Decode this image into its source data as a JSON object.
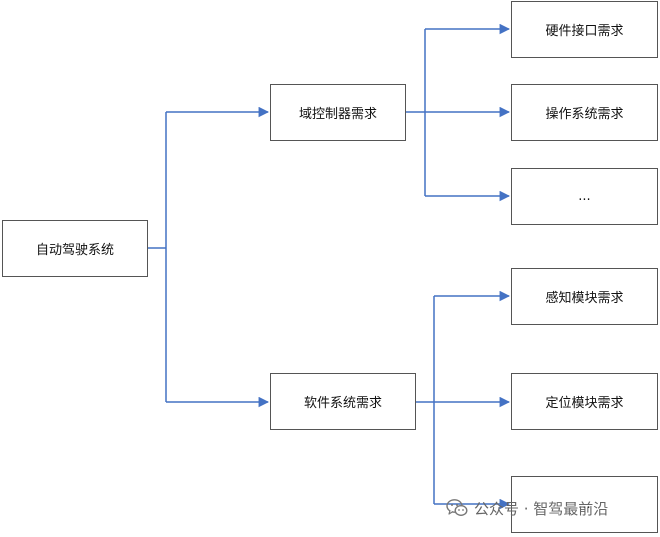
{
  "diagram": {
    "root": "自动驾驶系统",
    "branch_a": {
      "label": "域控制器需求",
      "children": [
        "硬件接口需求",
        "操作系统需求",
        "..."
      ]
    },
    "branch_b": {
      "label": "软件系统需求",
      "children": [
        "感知模块需求",
        "定位模块需求",
        "..."
      ]
    }
  },
  "colors": {
    "arrow": "#4472C4",
    "box_border": "#555555"
  },
  "watermark": {
    "text": "公众号 · 智驾最前沿",
    "icon": "wechat-icon"
  }
}
